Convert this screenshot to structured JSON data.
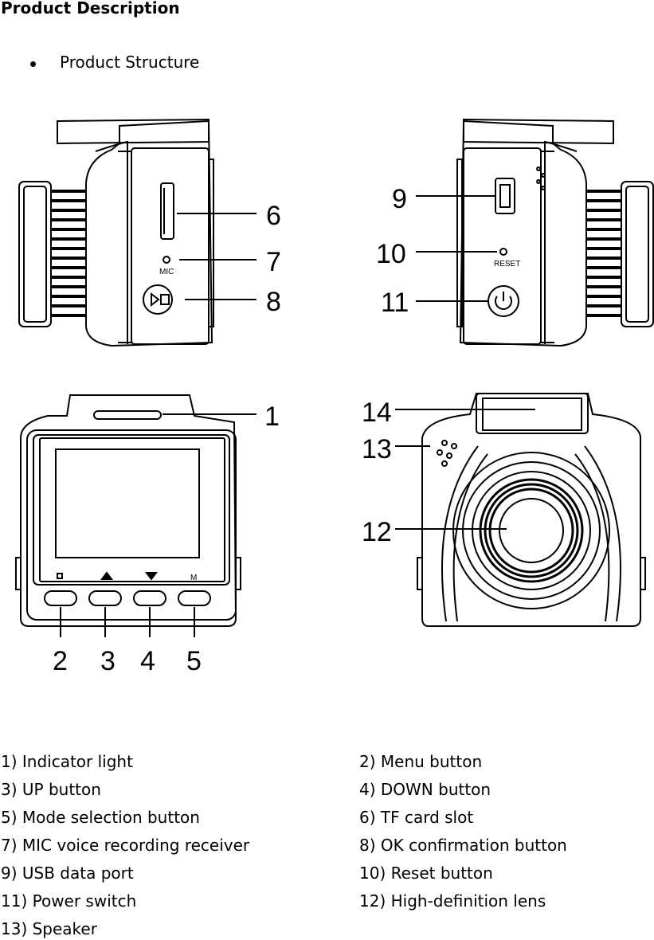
{
  "heading": "Product Description",
  "subheading": "Product Structure",
  "figure_labels": {
    "mic": "MIC",
    "reset": "RESET",
    "callouts": [
      "1",
      "2",
      "3",
      "4",
      "5",
      "6",
      "7",
      "8",
      "9",
      "10",
      "11",
      "12",
      "13",
      "14"
    ]
  },
  "legend": [
    "1) Indicator light",
    "2) Menu button",
    "3) UP button",
    "4) DOWN button",
    "5) Mode selection button",
    "6) TF card slot",
    "7) MIC voice recording receiver",
    "8) OK confirmation button",
    "9) USB data port",
    "10) Reset button",
    "11) Power switch",
    "12) High-definition lens",
    "13) Speaker"
  ]
}
